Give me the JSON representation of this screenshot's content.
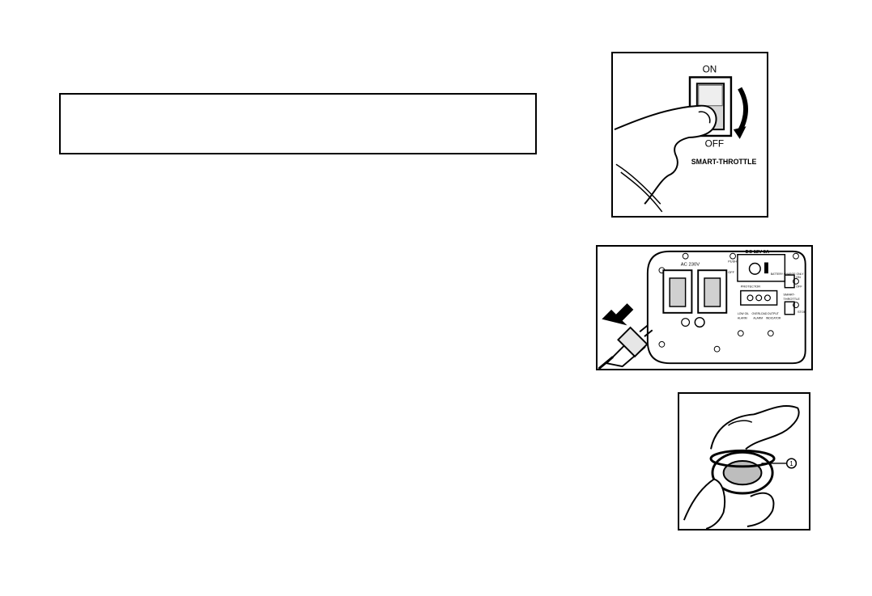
{
  "note_box": {
    "text": ""
  },
  "figure_switch": {
    "label_on": "ON",
    "label_off": "OFF",
    "label_name": "SMART-THROTTLE"
  },
  "figure_panel": {
    "label_ac": "AC 230V",
    "label_dc": "DC 12V 8A",
    "label_push": "PUSH",
    "label_off": "OFF",
    "label_battery": "BATTERY CHARGE ONLY",
    "label_protector": "PROTECTOR",
    "label_on": "ON",
    "label_off2": "OFF",
    "label_smart": "SMART-",
    "label_throttle": "THROTTLE",
    "label_low_oil": "LOW OIL",
    "label_alarm": "ALARM",
    "label_overload": "OVERLOAD",
    "label_alarm2": "ALARM",
    "label_output": "OUTPUT",
    "label_indicator": "INDICATOR",
    "label_stop": "STOP"
  },
  "figure_cap": {
    "callout": "1"
  }
}
